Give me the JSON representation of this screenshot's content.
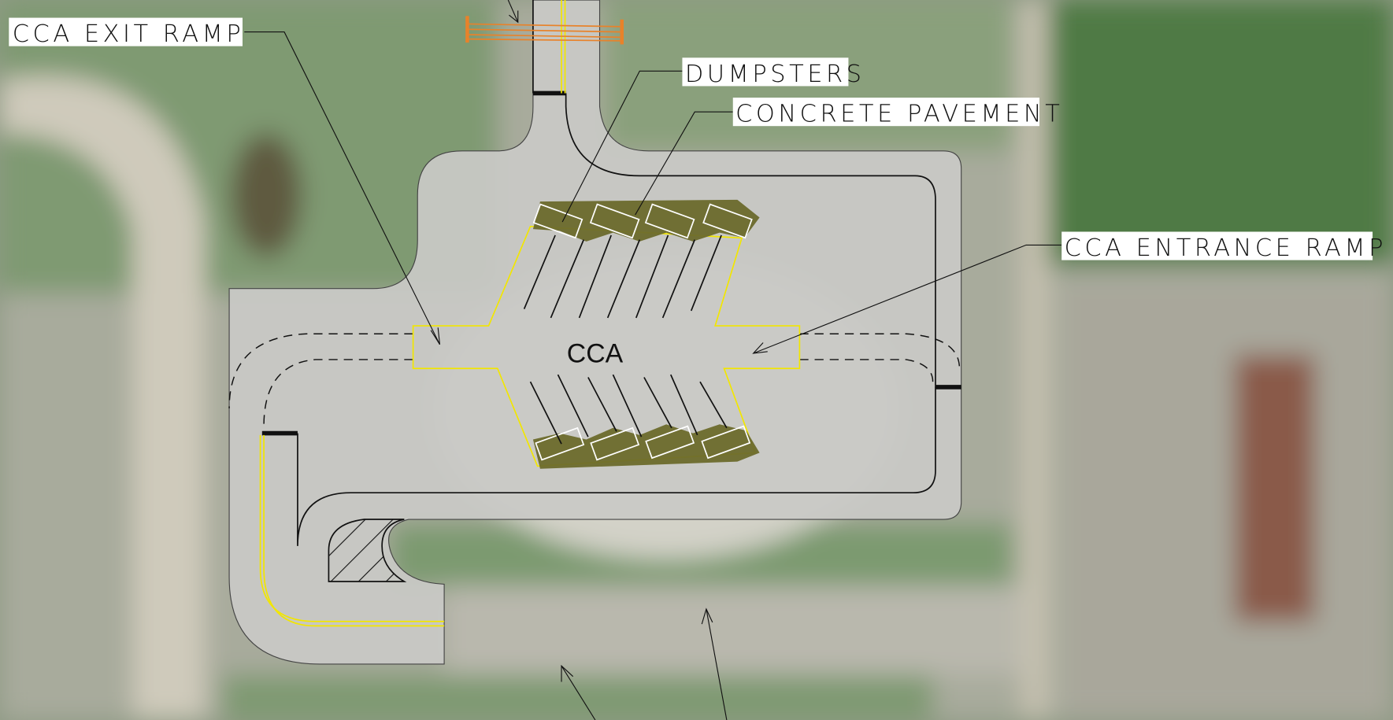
{
  "labels": {
    "exit_ramp": "CCA EXIT RAMP",
    "dumpsters": "DUMPSTERS",
    "concrete_pavement": "CONCRETE PAVEMENT",
    "entrance_ramp": "CCA ENTRANCE RAMP",
    "center": "CCA"
  },
  "colors": {
    "pavement": "#c9c9c6",
    "dumpster_pad": "#6b6a2c",
    "lane_yellow": "#f2e600",
    "barrier_orange": "#e8822a",
    "grass": "#7f9a72"
  }
}
